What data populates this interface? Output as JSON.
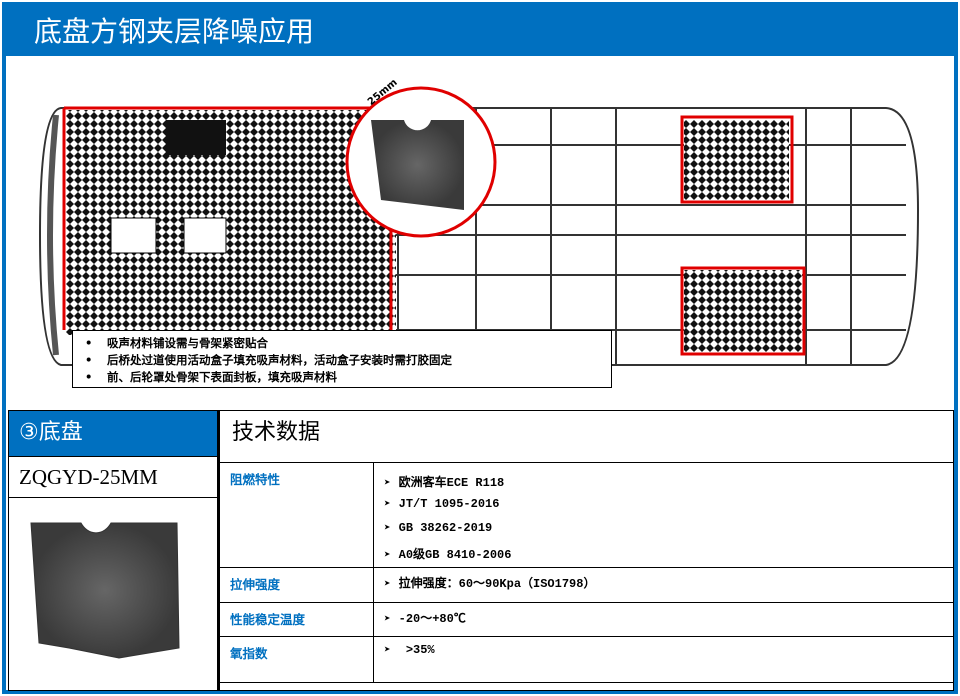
{
  "title": "底盘方钢夹层降噪应用",
  "diagram": {
    "dimension_label": "25mm"
  },
  "notes": [
    "吸声材料铺设需与骨架紧密贴合",
    "后桥处过道使用活动盒子填充吸声材料，活动盒子安装时需打胶固定",
    "前、后轮罩处骨架下表面封板，填充吸声材料"
  ],
  "product": {
    "section": "③底盘",
    "model": "ZQGYD-25MM"
  },
  "tech": {
    "heading": "技术数据",
    "rows": [
      {
        "label": "阻燃特性",
        "values": [
          "欧洲客车ECE R118",
          "JT/T 1095-2016",
          "GB 38262-2019",
          "A0级GB 8410-2006"
        ]
      },
      {
        "label": "拉伸强度",
        "values": [
          "拉伸强度：60～90Kpa（ISO1798）"
        ]
      },
      {
        "label": "性能稳定温度",
        "values": [
          "-20～+80℃"
        ]
      },
      {
        "label": "氧指数",
        "values": [
          " >35%"
        ]
      }
    ]
  },
  "colors": {
    "accent": "#0070C0",
    "highlight": "#E00000"
  }
}
